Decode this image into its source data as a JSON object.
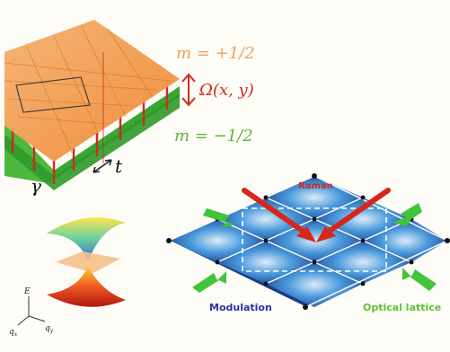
{
  "labels": {
    "m_upper": "m = +1/2",
    "omega": "Ω(x, y)",
    "m_lower": "m = −1/2",
    "t": "t",
    "gamma": "γ",
    "raman": "Raman",
    "modulation": "Modulation",
    "optical_lattice": "Optical lattice",
    "axis_E": "E",
    "axis_qx": "q",
    "axis_qy": "q",
    "axis_sub_x": "x",
    "axis_sub_y": "y"
  },
  "colors": {
    "orange_layer": "#f2a056",
    "green_layer": "#3aa632",
    "red_link": "#d22a1e",
    "m_upper_text": "#f2a056",
    "m_lower_text": "#59b83a",
    "omega_text": "#d22a1e",
    "raman_text": "#d22a1e",
    "modulation_text": "#2a35a8",
    "optical_text": "#5cc334",
    "lattice_blue": "#1b3f8c",
    "laser_red": "#d7261c",
    "beam_green": "#42c43a"
  }
}
